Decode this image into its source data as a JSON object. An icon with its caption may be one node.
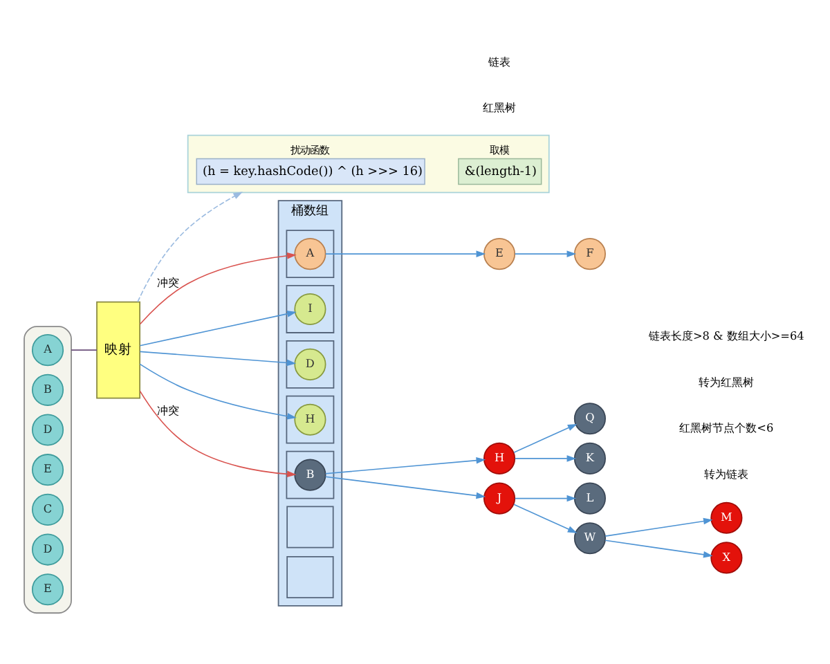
{
  "diagram": {
    "nodes": [
      {
        "text": [],
        "shape": "box"
      },
      {
        "text": [
          "扰动函数",
          "(h = key.hashCode()) ^ (h >>> 16)"
        ],
        "in": 0
      },
      {
        "text": [
          "取模",
          "&(length-1)"
        ],
        "in": 0
      },
      {
        "text": [],
        "shape": "ellipse"
      },
      {
        "text": [
          "A"
        ],
        "in": 3
      },
      {
        "text": [
          "B"
        ],
        "in": 3
      },
      {
        "text": [
          "D"
        ],
        "in": 3
      },
      {
        "text": [
          "E"
        ],
        "in": 3
      },
      {
        "text": [
          "C"
        ],
        "in": 3
      },
      {
        "text": [
          "D"
        ],
        "in": 3
      },
      {
        "text": [
          "E"
        ],
        "in": 3
      },
      {
        "text": [
          "映射"
        ]
      },
      {
        "text": [
          "桶数组"
        ]
      },
      {
        "text": [],
        "shape": "box",
        "in": 12
      },
      {
        "text": [],
        "shape": "box",
        "in": 12
      },
      {
        "text": [
          "A"
        ],
        "in": 14
      },
      {
        "text": [],
        "shape": "box",
        "in": 12
      },
      {
        "text": [
          "I"
        ],
        "in": 16
      },
      {
        "text": [],
        "shape": "box",
        "in": 12
      },
      {
        "text": [
          "D"
        ],
        "in": 18
      },
      {
        "text": [],
        "shape": "box",
        "in": 12
      },
      {
        "text": [
          "H"
        ],
        "in": 20
      },
      {
        "text": [],
        "shape": "box",
        "in": 12
      },
      {
        "text": [
          "B"
        ],
        "in": 22
      },
      {
        "text": [],
        "shape": "box",
        "in": 12
      },
      {
        "text": [
          "E"
        ]
      },
      {
        "text": [
          "F"
        ]
      },
      {
        "text": [
          "H"
        ]
      },
      {
        "text": [
          "Q"
        ]
      },
      {
        "text": [
          "K"
        ]
      },
      {
        "text": [
          "J"
        ]
      },
      {
        "text": [
          "L"
        ]
      },
      {
        "text": [
          "W"
        ]
      },
      {
        "text": [
          "M"
        ]
      },
      {
        "text": [
          "X"
        ]
      }
    ],
    "edges": [
      {
        "from": 3,
        "to": 11,
        "arrow": "none",
        "color": "#6b4f7a"
      },
      {
        "from": 11,
        "to": 0,
        "arrow": "to",
        "style": "dashed",
        "color": "#9bbbe0"
      },
      {
        "from": 11,
        "to": 15,
        "arrow": "to",
        "label": "冲突",
        "color": "#d9534f"
      },
      {
        "from": 11,
        "to": 17,
        "arrow": "to"
      },
      {
        "from": 11,
        "to": 19,
        "arrow": "to"
      },
      {
        "from": 11,
        "to": 21,
        "arrow": "to"
      },
      {
        "from": 11,
        "to": 23,
        "arrow": "to",
        "label": "冲突",
        "color": "#d9534f"
      },
      {
        "from": 15,
        "to": 25,
        "arrow": "to"
      },
      {
        "from": 25,
        "to": 26,
        "arrow": "to"
      },
      {
        "from": 23,
        "to": 27,
        "arrow": "to"
      },
      {
        "from": 23,
        "to": 30,
        "arrow": "to"
      },
      {
        "from": 27,
        "to": 28,
        "arrow": "to"
      },
      {
        "from": 27,
        "to": 29,
        "arrow": "to"
      },
      {
        "from": 30,
        "to": 31,
        "arrow": "to"
      },
      {
        "from": 30,
        "to": 32,
        "arrow": "to"
      },
      {
        "from": 32,
        "to": 33,
        "arrow": "to"
      },
      {
        "from": 32,
        "to": 34,
        "arrow": "to"
      }
    ],
    "labels": [
      "链表",
      "链表长度>8 & 数组大小>=64",
      "转为红黑树",
      "红黑树",
      "红黑树节点个数<6",
      "转为链表"
    ]
  }
}
